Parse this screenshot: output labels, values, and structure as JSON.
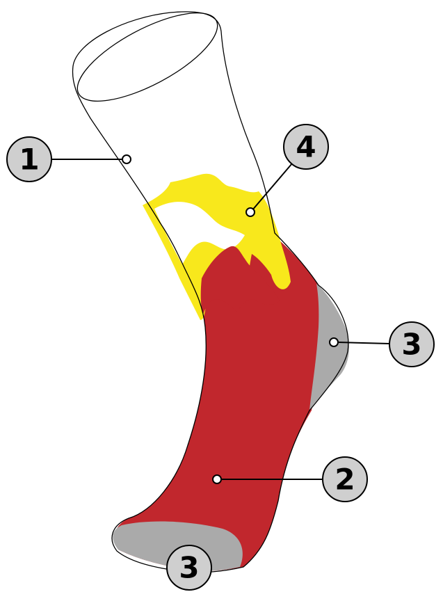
{
  "colors": {
    "cuff": "#ffffff",
    "body": "#c1272d",
    "reinforcement": "#aaaaaa",
    "flame_yellow": "#f8e81c",
    "badge_fill": "#cfcfcf",
    "outline": "#000000"
  },
  "callouts": [
    {
      "id": "cuff",
      "label": "1"
    },
    {
      "id": "flames",
      "label": "4"
    },
    {
      "id": "heel",
      "label": "3"
    },
    {
      "id": "body",
      "label": "2"
    },
    {
      "id": "toe",
      "label": "3"
    }
  ]
}
